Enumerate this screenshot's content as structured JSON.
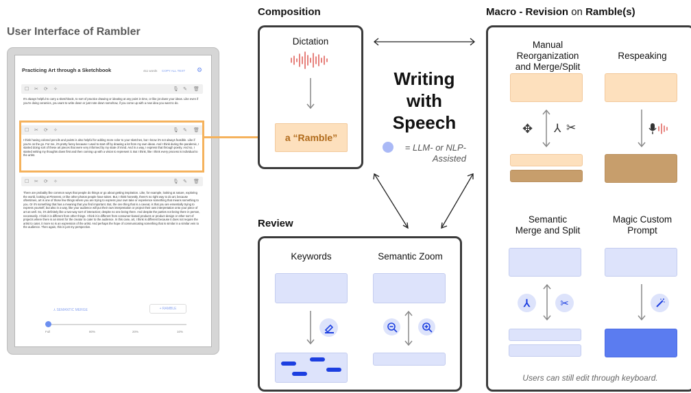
{
  "ui": {
    "heading": "User Interface of Rambler",
    "app_title": "Practicing Art through a Sketchbook",
    "word_count": "411 words",
    "copy_button": "COPY ALL TEXT",
    "paragraphs": [
      "It's always helpful to carry a sketchbook, to sort of practice drawing or ideating at any point in time, or like jot down your ideas. Like even if you're doing ceramics, you want to write down or just note down somehow, if you come up with a new idea you want to do.",
      "I think having colored pencils and paints is also helpful for adding more color to your sketches, but I know it's not always feasible. Like if you're on the go. For me, it's pretty funny because I used to start off by drawing a lot from my own ideas. And I think during the pandemic, I started doing sort of these art pieces that were very informed by my state of mind. And in a way, I express that through poetry. And so, I started writing my thoughts down first and then coming up with a vision to represent it. But I think, like I think every process is individual to the artist.",
      "There are probably like common ways that people do things or go about getting inspiration. Like, for example, looking at nature, exploring the world, looking at Pinterest, or like other photos people have taken. But, I think honestly, there's no right way to do art, because oftentimes, art is one of those few things where you are trying to express your own take or experience something that means something to you. Or it's something that has a meaning that you find important. But, the one thing that is a caveat, is that you are essentially trying to express yourself, but also in a way, like your audience will put their own interpretation or project their own interpretation onto your piece of art as well. So, it's definitely like a two-way sort of interaction; despite no one being there. And despite the parties not being there in person, necessarily. I think it is different from other things. I think it is different from consumer-based products or product design or other sort of projects where there is an intent for the creator to cater to the audience. In this case, art, I think is different because it does not require the artist to cater, it more so is an expression of the artist. And perhaps the hope of communicating something that is similar in a similar vein to the audience. Then again, this is just my perspective."
    ],
    "semantic_merge_button": "SEMANTIC MERGE",
    "ramble_button": "+ RAMBLE",
    "zoom_levels": [
      "Full",
      "80%",
      "20%",
      "10%"
    ],
    "zoom_value": "Full"
  },
  "composition": {
    "heading": "Composition",
    "dictation": "Dictation",
    "ramble_label": "a “Ramble”"
  },
  "center": {
    "title_line1": "Writing",
    "title_line2": "with",
    "title_line3": "Speech",
    "legend_line1": "= LLM- or NLP-",
    "legend_line2": "Assisted"
  },
  "review": {
    "heading": "Review",
    "keywords": "Keywords",
    "semantic_zoom": "Semantic Zoom"
  },
  "macro": {
    "heading_part1": "Macro - Revision",
    "heading_part2": " on ",
    "heading_part3": "Ramble(s)",
    "manual_line1": "Manual",
    "manual_line2": "Reorganization",
    "manual_line3": "and Merge/Split",
    "respeaking": "Respeaking",
    "semantic_line1": "Semantic",
    "semantic_line2": "Merge and Split",
    "magic_line1": "Magic Custom",
    "magic_line2": "Prompt",
    "footnote": "Users can still edit through keyboard."
  },
  "colors": {
    "highlight_orange": "#f5b25c",
    "peach": "#fde0bd",
    "tan": "#c79e6c",
    "lavender": "#dde3fb",
    "blue": "#3d5ff0",
    "waveform_red": "#e0605a"
  }
}
